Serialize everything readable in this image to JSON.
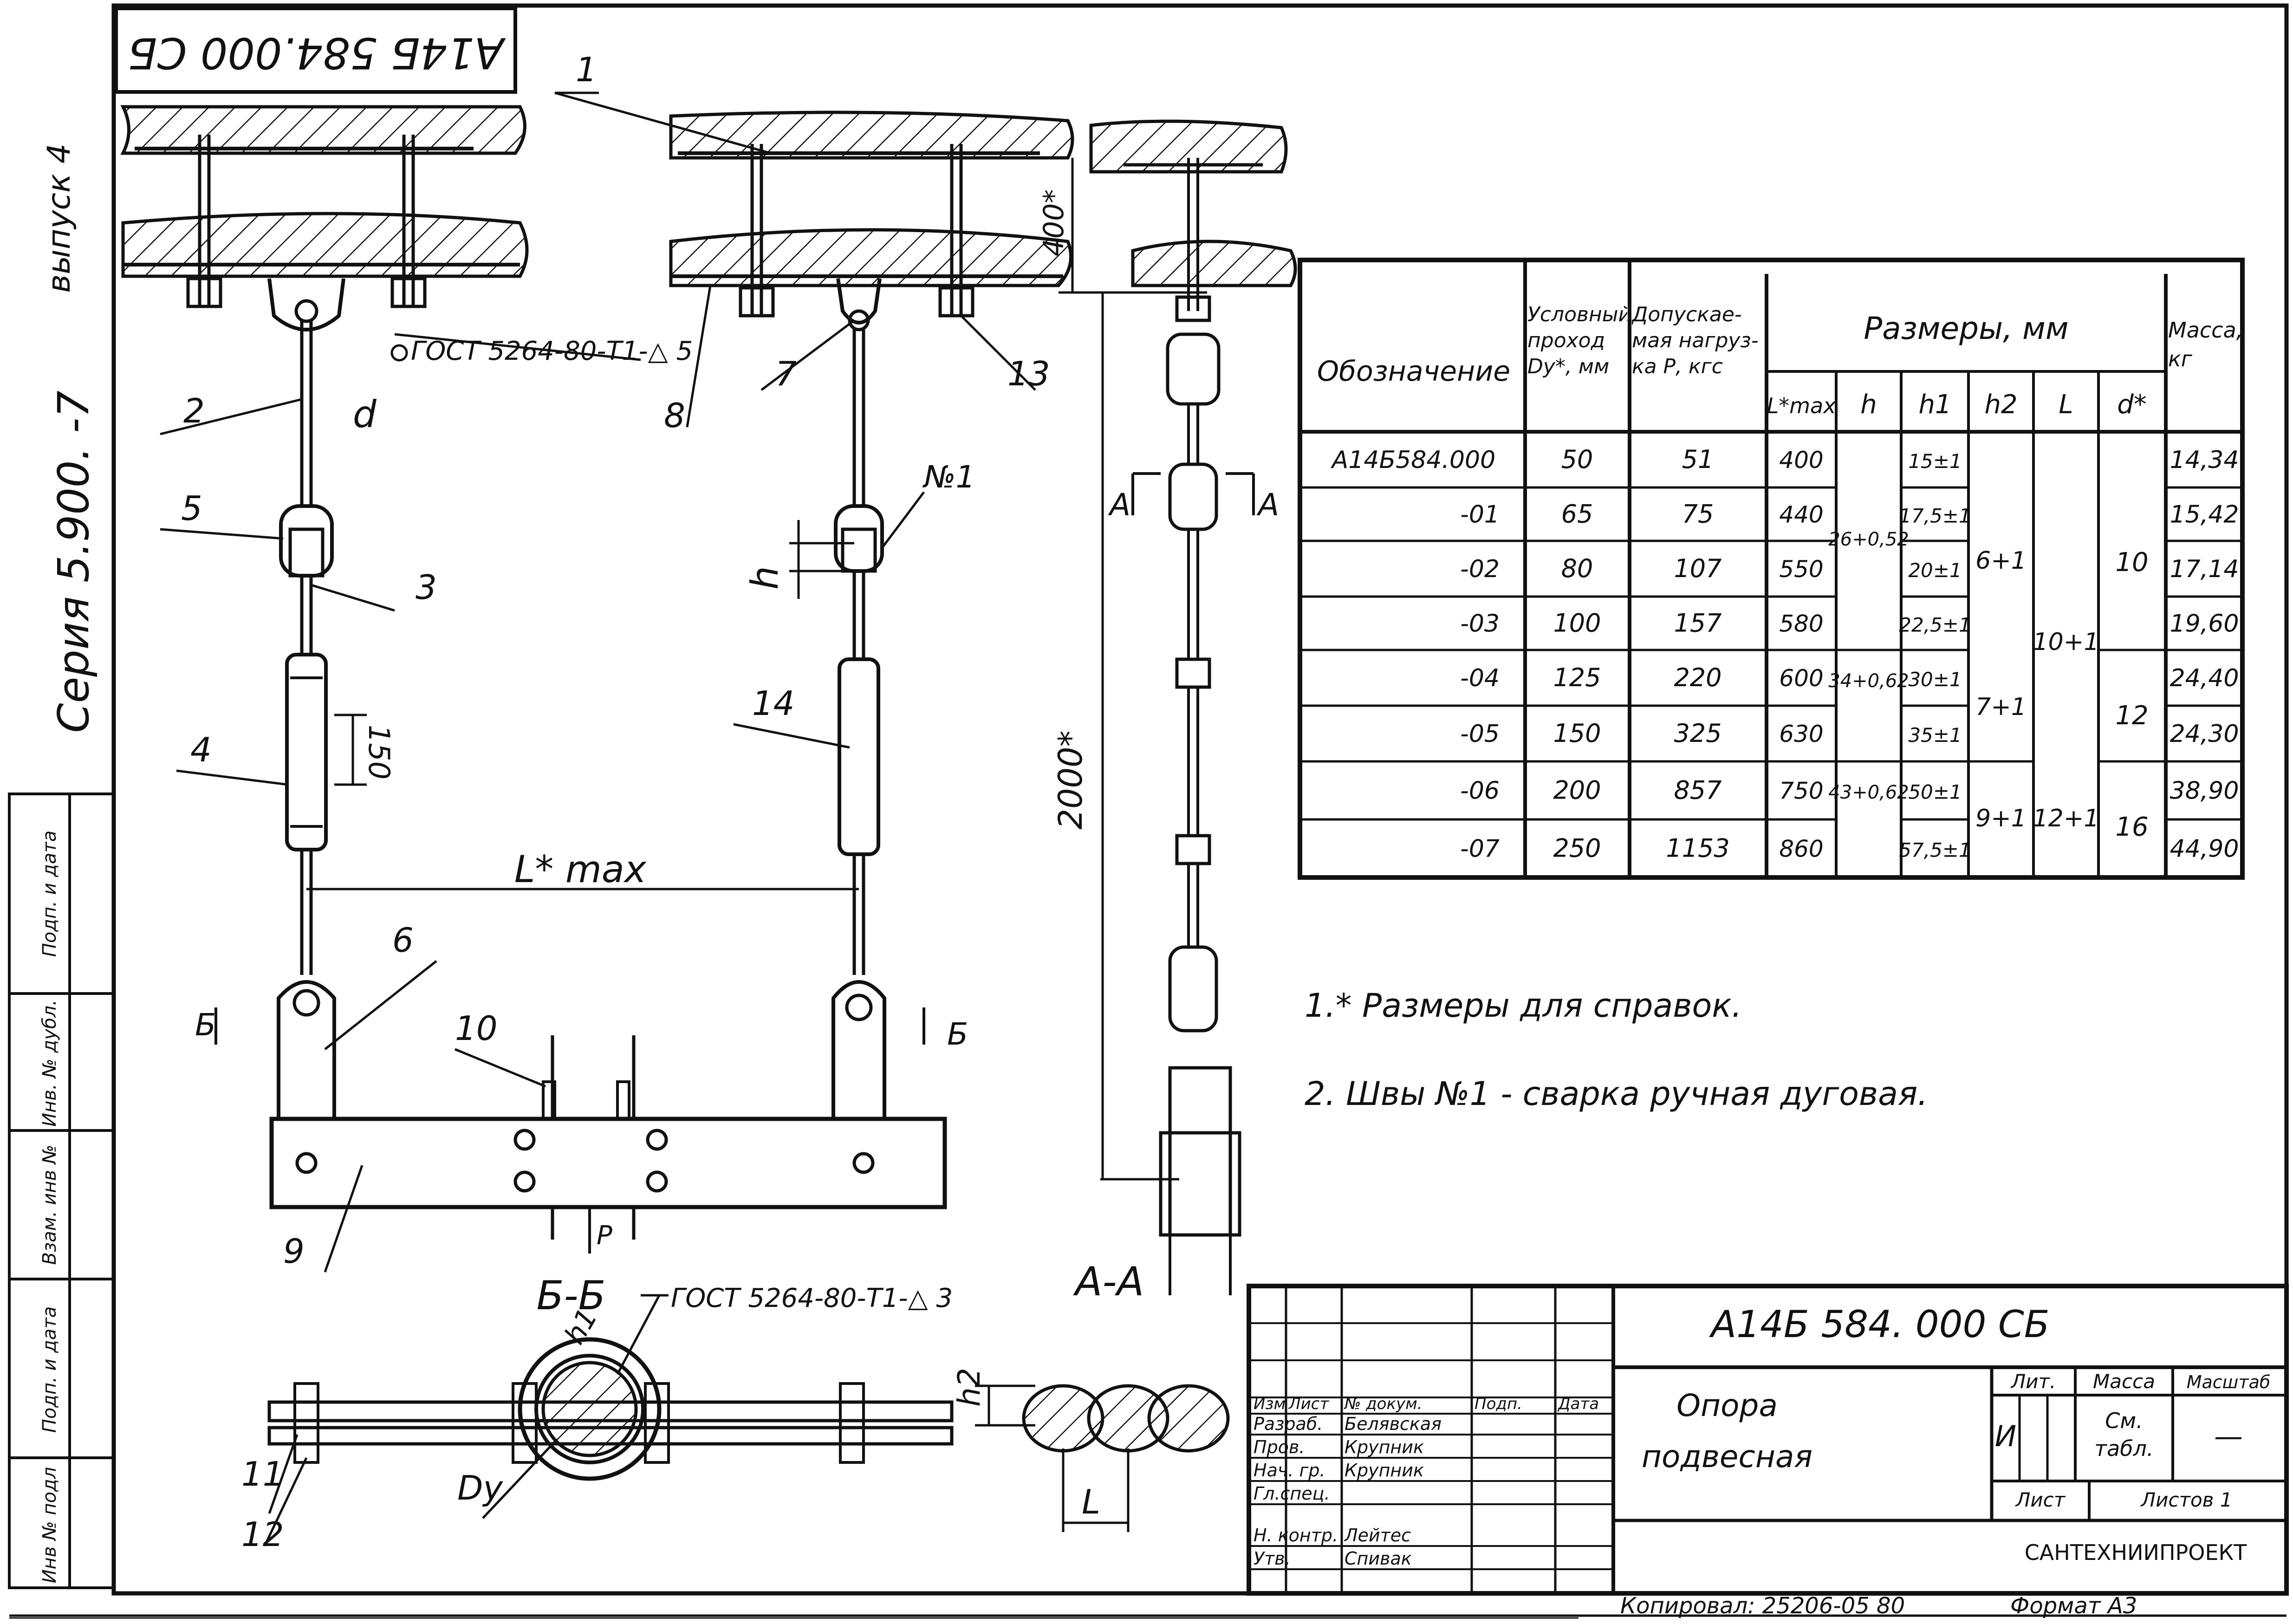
{
  "frame_stamp_top": "А14Б 584.000 СБ",
  "side_vypusk": "выпуск 4",
  "side_seria": "Серия 5.900. -7",
  "side_cells": [
    "Инв № подл",
    "Подп. и дата",
    "Взам. инв №",
    "Инв. № дубл.",
    "Подп. и дата"
  ],
  "callouts": {
    "c1": "1",
    "c2": "2",
    "c3": "3",
    "c4": "4",
    "c5": "5",
    "c6": "6",
    "c7": "7",
    "c8": "8",
    "c9": "9",
    "c10": "10",
    "c11": "11",
    "c12": "12",
    "c13": "13",
    "c14": "14"
  },
  "dims": {
    "d": "d",
    "h": "h",
    "d150": "150",
    "lmax": "L* max",
    "d400": "400*",
    "d2000": "2000*",
    "h1": "h1",
    "h2": "h2",
    "L": "L",
    "dy": "Dy"
  },
  "gost_top": "ГОСТ 5264-80-Т1-△ 5",
  "gost_bottom": "ГОСТ 5264-80-Т1-△ 3",
  "weld_label": "№1",
  "section_bb": "Б-Б",
  "section_aa": "А-А",
  "marks": {
    "b": "Б",
    "a": "А",
    "p": "Р"
  },
  "table": {
    "headers": {
      "designation": "Обозначение",
      "dy": "Условный проход Dy*, мм",
      "load": "Допускае- мая нагруз- ка Р, кгс",
      "sizes": "Размеры, мм",
      "mass": "Масса, кг",
      "lmax": "L*max",
      "h": "h",
      "h1": "h1",
      "h2": "h2",
      "L": "L",
      "d": "d*"
    },
    "rows": [
      {
        "des": "А14Б584.000",
        "dy": "50",
        "p": "51",
        "lmax": "400",
        "h1": "15±1",
        "mass": "14,34"
      },
      {
        "des": "-01",
        "dy": "65",
        "p": "75",
        "lmax": "440",
        "h1": "17,5±1",
        "mass": "15,42"
      },
      {
        "des": "-02",
        "dy": "80",
        "p": "107",
        "lmax": "550",
        "h1": "20±1",
        "mass": "17,14"
      },
      {
        "des": "-03",
        "dy": "100",
        "p": "157",
        "lmax": "580",
        "h1": "22,5±1",
        "mass": "19,60"
      },
      {
        "des": "-04",
        "dy": "125",
        "p": "220",
        "lmax": "600",
        "h1": "30±1",
        "mass": "24,40"
      },
      {
        "des": "-05",
        "dy": "150",
        "p": "325",
        "lmax": "630",
        "h1": "35±1",
        "mass": "24,30"
      },
      {
        "des": "-06",
        "dy": "200",
        "p": "857",
        "lmax": "750",
        "h1": "50±1",
        "mass": "38,90"
      },
      {
        "des": "-07",
        "dy": "250",
        "p": "1153",
        "lmax": "860",
        "h1": "57,5±1",
        "mass": "44,90"
      }
    ],
    "merged": {
      "h_a": "26+0,52",
      "h_b": "34+0,62",
      "h_c": "43+0,62",
      "h2_a": "6+1",
      "h2_b": "7+1",
      "h2_c": "9+1",
      "L_a": "10+1",
      "L_b": "12+1",
      "d_a": "10",
      "d_b": "12",
      "d_c": "16"
    }
  },
  "notes": [
    "1.* Размеры для справок.",
    "2. Швы №1 - сварка ручная дуговая."
  ],
  "title_block": {
    "code": "А14Б 584. 000 СБ",
    "name_line1": "Опора",
    "name_line2": "подвесная",
    "hdr": [
      "Изм",
      "Лист",
      "№ докум.",
      "Подп.",
      "Дата"
    ],
    "roles": [
      {
        "role": "Разраб.",
        "name": "Белявская"
      },
      {
        "role": "Пров.",
        "name": "Крупник"
      },
      {
        "role": "Нач. гр.",
        "name": "Крупник"
      },
      {
        "role": "Гл.спец.",
        "name": ""
      },
      {
        "role": "Н. контр.",
        "name": "Лейтес"
      },
      {
        "role": "Утв.",
        "name": "Спивак"
      }
    ],
    "lit_label": "Лит.",
    "massa_label": "Масса",
    "masshtab_label": "Масштаб",
    "lit_value": "И",
    "massa_value": "См. табл.",
    "masshtab_value": "—",
    "list_label": "Лист",
    "listov_label": "Листов 1",
    "org": "САНТЕХНИИПРОЕКТ"
  },
  "footer": {
    "copied": "Копировал: 25206-05   80",
    "format": "Формат А3"
  }
}
